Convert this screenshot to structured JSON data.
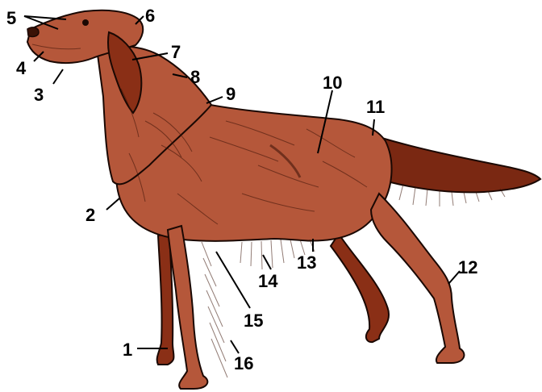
{
  "colors": {
    "coat": "#b5573a",
    "coat_dark": "#6e220f",
    "coat_light": "#c97a5e",
    "outline": "#1a0803",
    "label": "#000000"
  },
  "labels": [
    "1",
    "2",
    "3",
    "4",
    "5",
    "6",
    "7",
    "8",
    "9",
    "10",
    "11",
    "12",
    "13",
    "14",
    "15",
    "16"
  ]
}
